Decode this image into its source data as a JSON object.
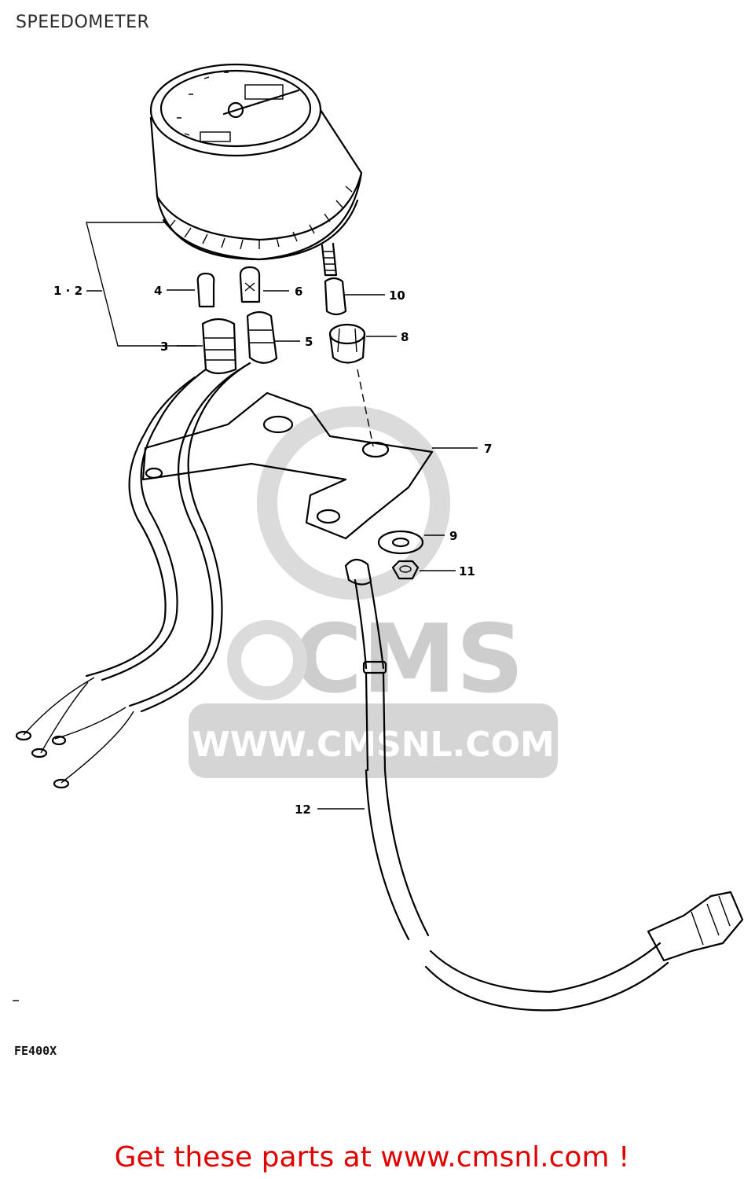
{
  "header": {
    "title": "SPEEDOMETER"
  },
  "watermark": {
    "logo_text": "CMS",
    "url_text": "WWW.CMSNL.COM"
  },
  "callouts": [
    {
      "id": "1-2",
      "label": "1 · 2"
    },
    {
      "id": "3",
      "label": "3"
    },
    {
      "id": "4",
      "label": "4"
    },
    {
      "id": "5",
      "label": "5"
    },
    {
      "id": "6",
      "label": "6"
    },
    {
      "id": "7",
      "label": "7"
    },
    {
      "id": "8",
      "label": "8"
    },
    {
      "id": "9",
      "label": "9"
    },
    {
      "id": "10",
      "label": "10"
    },
    {
      "id": "11",
      "label": "11"
    },
    {
      "id": "12",
      "label": "12"
    }
  ],
  "footer": {
    "model_code": "FE400X",
    "cta": "Get these parts at www.cmsnl.com !"
  },
  "colors": {
    "cta": "#e00000",
    "line": "#000000",
    "watermark": "#c8c8c8"
  }
}
